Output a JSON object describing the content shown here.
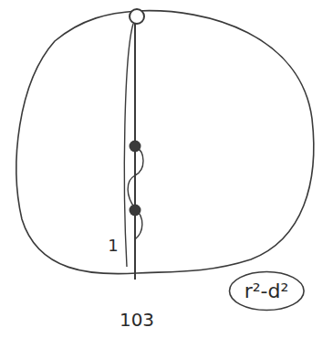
{
  "diagram": {
    "nodes": [
      {
        "text": [
          "r²-d²"
        ]
      }
    ],
    "labels": [
      "1",
      "103"
    ]
  }
}
